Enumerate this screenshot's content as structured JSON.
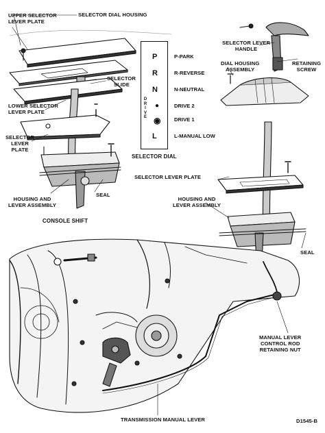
{
  "labels": {
    "upper_selector_lever_plate": [
      "UPPER SELECTOR",
      "LEVER PLATE"
    ],
    "selector_dial_housing": "SELECTOR DIAL HOUSING",
    "selector_slide": [
      "SELECTOR",
      "SLIDE"
    ],
    "lower_selector_lever_plate": [
      "LOWER SELECTOR",
      "LEVER PLATE"
    ],
    "selector_lever_plate_left": [
      "SELECTOR",
      "LEVER",
      "PLATE"
    ],
    "housing_lever_assembly_left": [
      "HOUSING AND",
      "LEVER ASSEMBLY"
    ],
    "seal_left": "SEAL",
    "console_shift": "CONSOLE SHIFT",
    "selector_lever_handle": [
      "SELECTOR LEVER",
      "HANDLE"
    ],
    "dial_housing_assembly": [
      "DIAL HOUSING",
      "ASSEMBLY"
    ],
    "retaining_screw": [
      "RETAINING",
      "SCREW"
    ],
    "selector_lever_plate_right": "SELECTOR LEVER PLATE",
    "housing_lever_assembly_right": [
      "HOUSING AND",
      "LEVER ASSEMBLY"
    ],
    "seal_right": "SEAL",
    "manual_lever_rod_nut": [
      "MANUAL LEVER",
      "CONTROL ROD",
      "RETAINING NUT"
    ],
    "transmission_manual_lever": "TRANSMISSION MANUAL LEVER",
    "figure_code": "D1545-B"
  },
  "selector_dial": {
    "title": "SELECTOR DIAL",
    "letters": [
      "P",
      "R",
      "N",
      "D",
      "L"
    ],
    "drive_label": [
      "D",
      "R",
      "I",
      "V",
      "E"
    ],
    "legend": [
      "P-PARK",
      "R-REVERSE",
      "N-NEUTRAL",
      "DRIVE 2",
      "DRIVE 1",
      "L-MANUAL LOW"
    ]
  }
}
